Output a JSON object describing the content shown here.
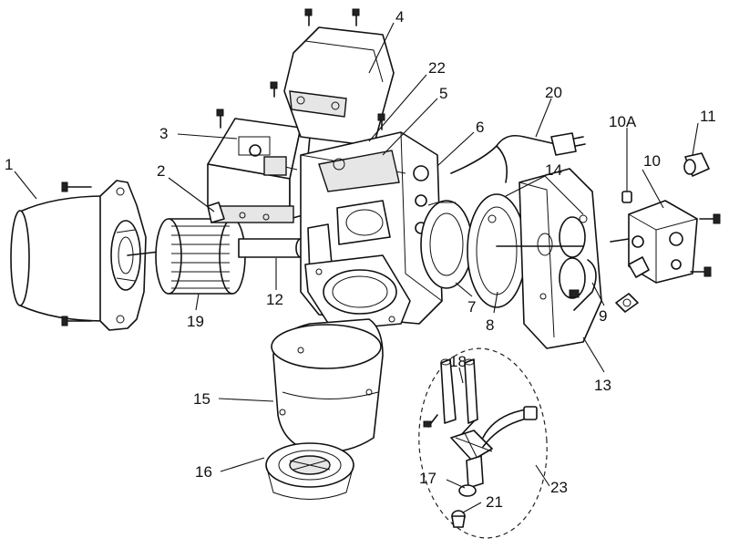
{
  "callouts": [
    {
      "id": "c1",
      "label": "1"
    },
    {
      "id": "c2",
      "label": "2"
    },
    {
      "id": "c3",
      "label": "3"
    },
    {
      "id": "c4",
      "label": "4"
    },
    {
      "id": "c5",
      "label": "5"
    },
    {
      "id": "c6",
      "label": "6"
    },
    {
      "id": "c7",
      "label": "7"
    },
    {
      "id": "c8",
      "label": "8"
    },
    {
      "id": "c9",
      "label": "9"
    },
    {
      "id": "c10",
      "label": "10"
    },
    {
      "id": "c10a",
      "label": "10A"
    },
    {
      "id": "c11",
      "label": "11"
    },
    {
      "id": "c12",
      "label": "12"
    },
    {
      "id": "c13",
      "label": "13"
    },
    {
      "id": "c14",
      "label": "14"
    },
    {
      "id": "c15",
      "label": "15"
    },
    {
      "id": "c16",
      "label": "16"
    },
    {
      "id": "c17",
      "label": "17"
    },
    {
      "id": "c18",
      "label": "18"
    },
    {
      "id": "c19",
      "label": "19"
    },
    {
      "id": "c20",
      "label": "20"
    },
    {
      "id": "c21",
      "label": "21"
    },
    {
      "id": "c22",
      "label": "22"
    },
    {
      "id": "c23",
      "label": "23"
    }
  ]
}
